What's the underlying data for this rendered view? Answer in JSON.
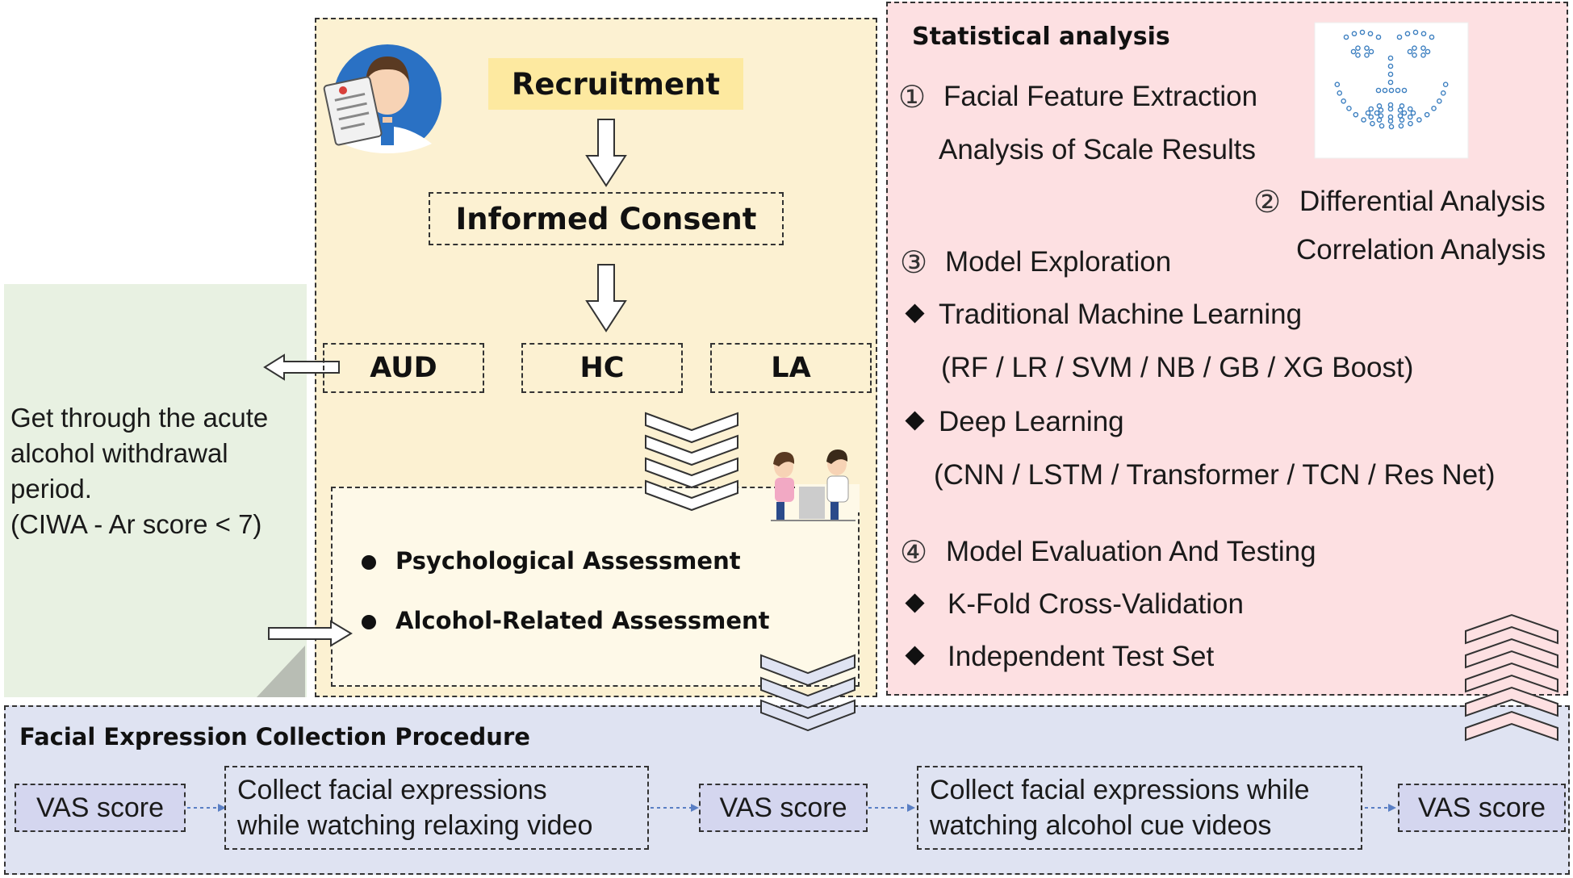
{
  "recruitment": {
    "title": "Recruitment",
    "consent": "Informed Consent",
    "groups": [
      "AUD",
      "HC",
      "LA"
    ]
  },
  "withdrawal": {
    "lines": [
      "Get through the acute",
      "alcohol withdrawal",
      "period.",
      "(CIWA - Ar score < 7)"
    ]
  },
  "assessment": {
    "items": [
      "Psychological Assessment",
      "Alcohol-Related Assessment"
    ]
  },
  "statistics": {
    "title": "Statistical analysis",
    "s1": {
      "num": "①",
      "line1": "Facial Feature Extraction",
      "line2": "Analysis of Scale Results"
    },
    "s2": {
      "num": "②",
      "line1": "Differential Analysis",
      "line2": "Correlation Analysis"
    },
    "s3": {
      "num": "③",
      "title": "Model Exploration",
      "items": [
        {
          "label": "Traditional Machine Learning",
          "sub": "(RF / LR / SVM / NB / GB / XG Boost)"
        },
        {
          "label": "Deep Learning",
          "sub": "(CNN / LSTM / Transformer / TCN / Res Net)"
        }
      ]
    },
    "s4": {
      "num": "④",
      "title": "Model Evaluation And Testing",
      "items": [
        "K-Fold Cross-Validation",
        "Independent Test Set"
      ]
    }
  },
  "procedure": {
    "title": "Facial Expression Collection Procedure",
    "vas": "VAS score",
    "relax": [
      "Collect facial expressions",
      "while watching relaxing video"
    ],
    "cue": [
      "Collect facial expressions while",
      "watching alcohol cue videos"
    ]
  },
  "colors": {
    "yellow": "#fcf1d2",
    "yellow_light": "#fef9e8",
    "pink": "#fde0e2",
    "green": "#e8f1e2",
    "blue": "#dfe3f2",
    "vas": "#d4d6ef",
    "highlight": "#fde9a0",
    "avatar_blue": "#2a71c4"
  }
}
